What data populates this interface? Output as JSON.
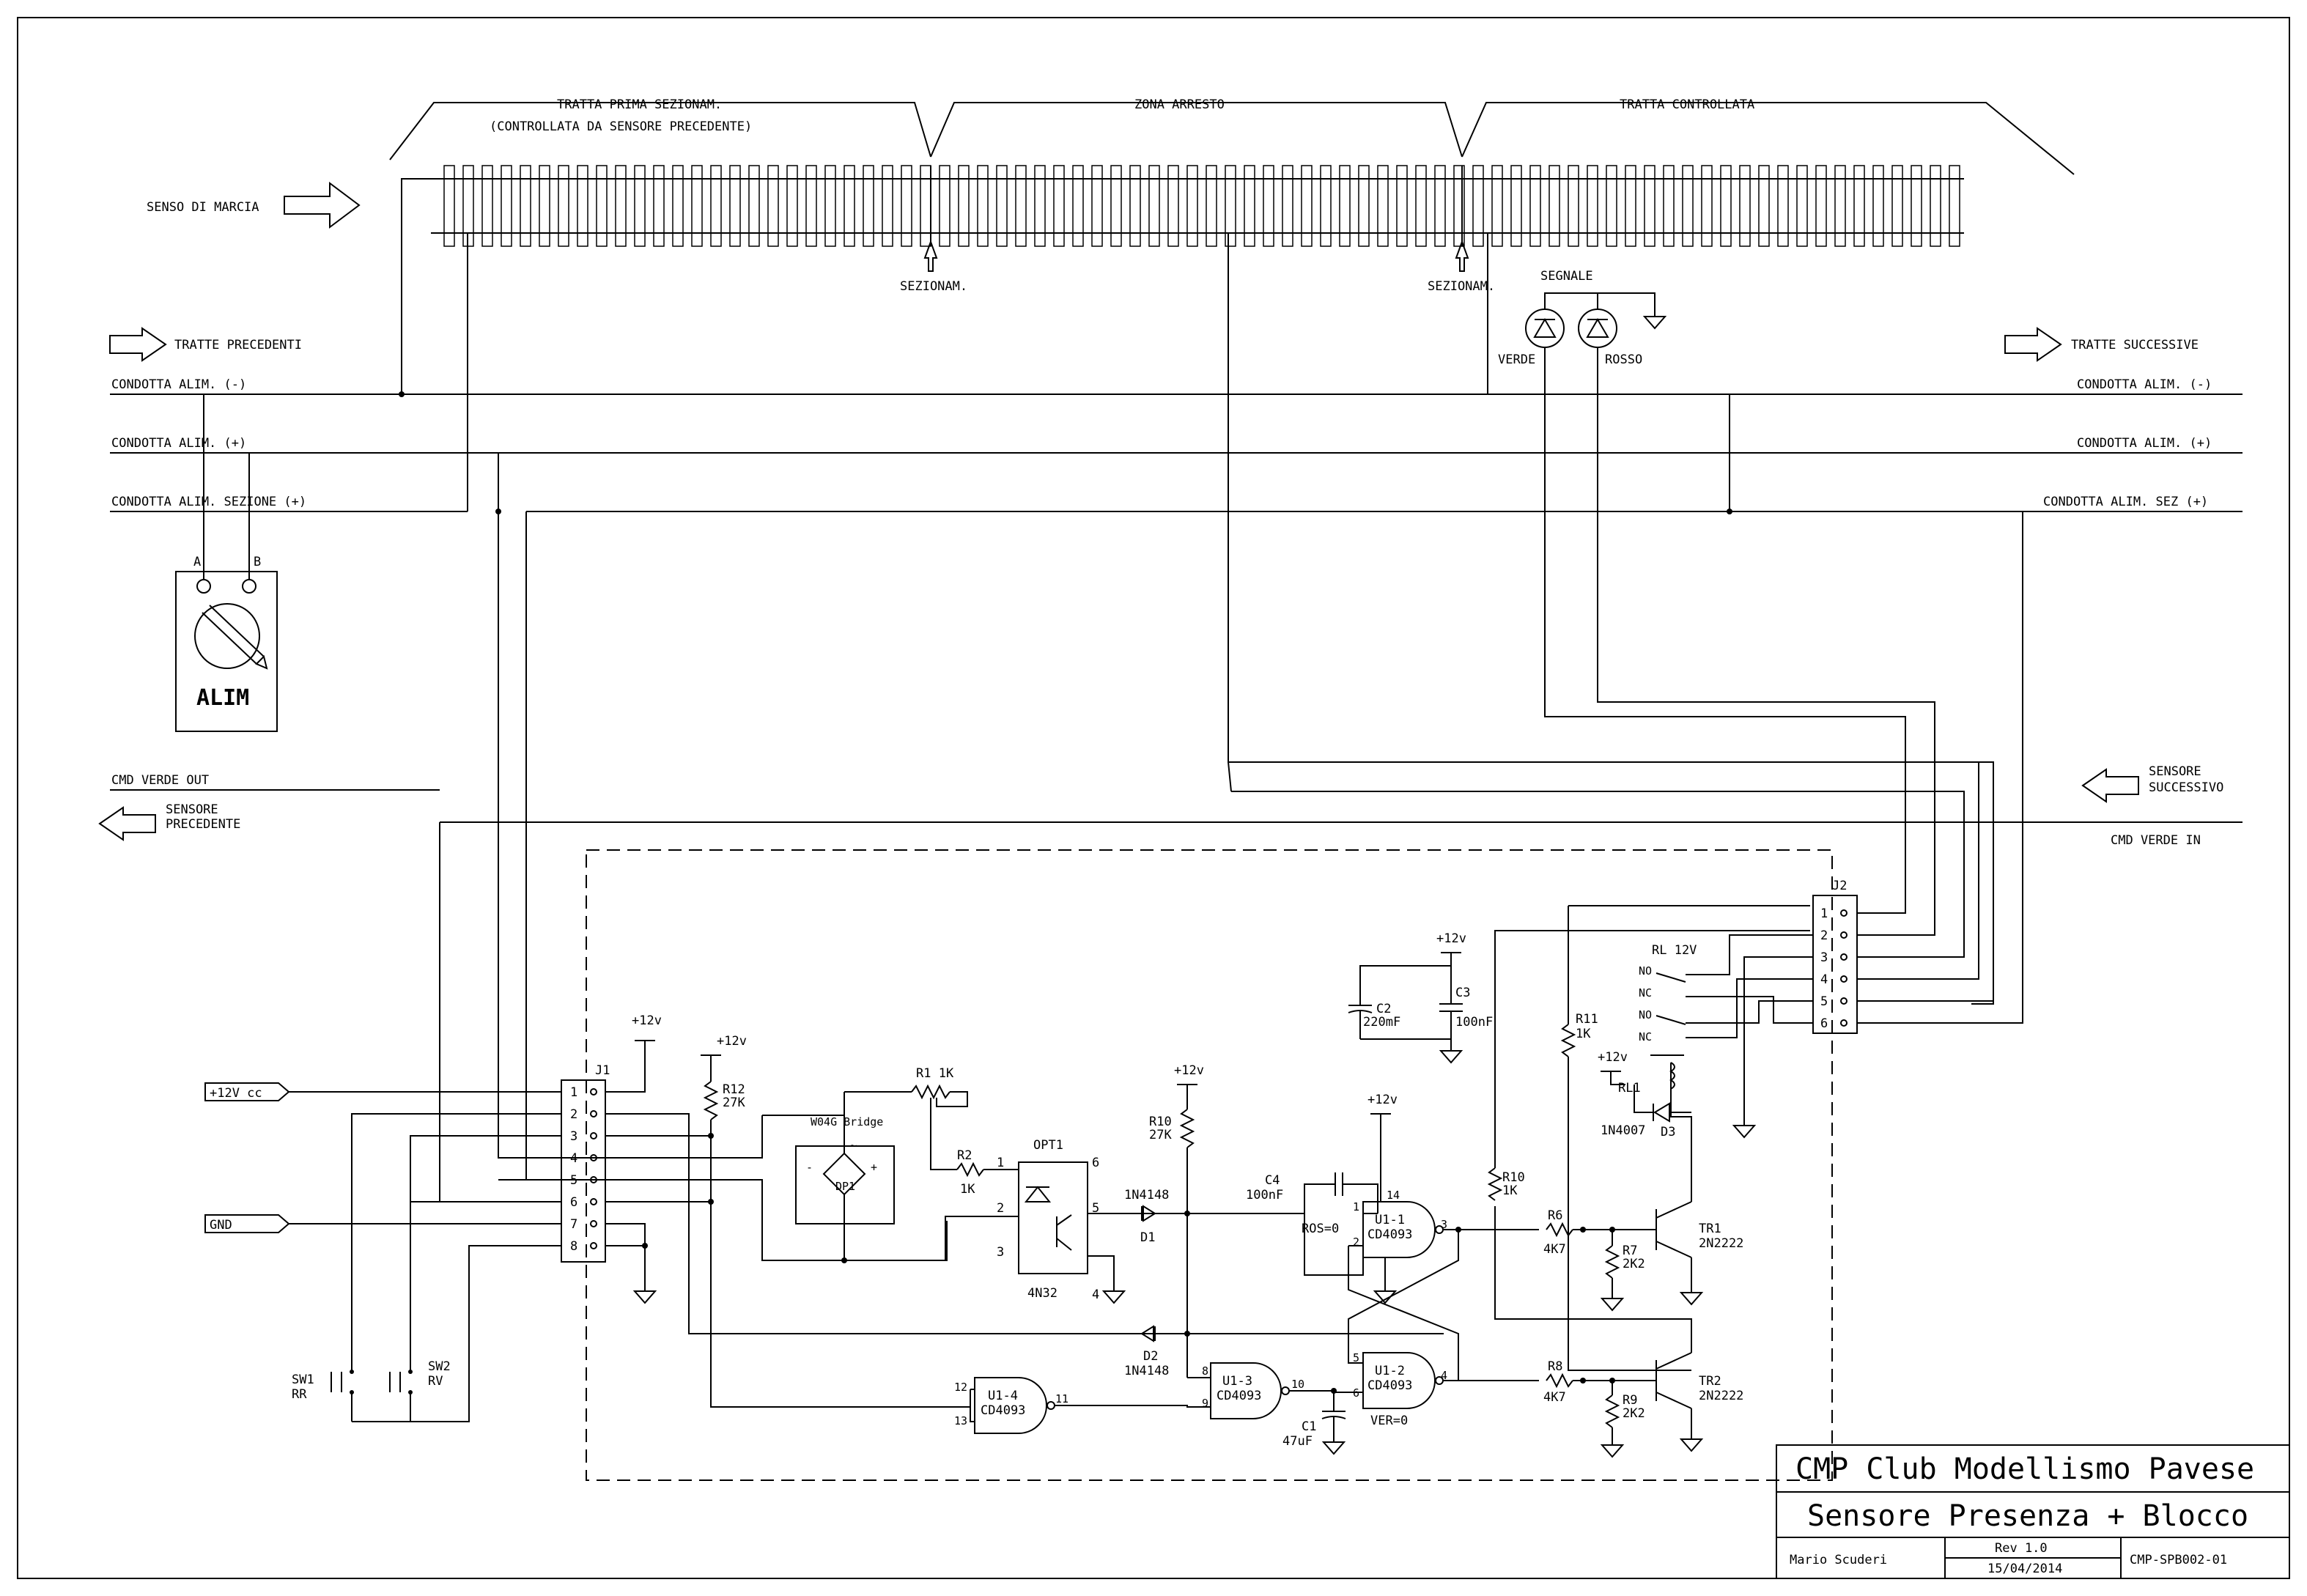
{
  "track": {
    "section1": "TRATTA PRIMA SEZIONAM.",
    "section1_note": "(CONTROLLATA DA SENSORE PRECEDENTE)",
    "section2": "ZONA ARRESTO",
    "section3": "TRATTA CONTROLLATA",
    "gap_label": "SEZIONAM.",
    "direction": "SENSO DI MARCIA",
    "signal": "SEGNALE",
    "led_green": "VERDE",
    "led_red": "ROSSO"
  },
  "bus": {
    "prev_sections": "TRATTE PRECEDENTI",
    "next_sections": "TRATTE SUCCESSIVE",
    "neg": "CONDOTTA ALIM. (-)",
    "pos": "CONDOTTA ALIM. (+)",
    "sec_pos_left": "CONDOTTA ALIM. SEZIONE (+)",
    "sec_pos_right": "CONDOTTA ALIM. SEZ (+)",
    "cmd_out": "CMD VERDE OUT",
    "cmd_in": "CMD VERDE IN",
    "sensor_prev_1": "SENSORE",
    "sensor_prev_2": "PRECEDENTE",
    "sensor_next_1": "SENSORE",
    "sensor_next_2": "SUCCESSIVO"
  },
  "psu": {
    "label": "ALIM",
    "term_a": "A",
    "term_b": "B"
  },
  "parts": {
    "plus12": "+12v",
    "in12": "+12V cc",
    "gnd": "GND",
    "j1": "J1",
    "j2": "J2",
    "r1": "R1 1K",
    "r2": "R2",
    "r2v": "1K",
    "r12": "R12",
    "r12v": "27K",
    "bridge": "W04G Bridge",
    "dp1": "DP1",
    "opt1": "OPT1",
    "opt1v": "4N32",
    "d1": "D1",
    "d1v": "1N4148",
    "d2": "D2",
    "d2v": "1N4148",
    "r10a": "R10",
    "r10av": "27K",
    "c4": "C4",
    "c4v": "100nF",
    "ros": "ROS=0",
    "ver": "VER=0",
    "u11": "U1-1",
    "u12": "U1-2",
    "u13": "U1-3",
    "u14": "U1-4",
    "cd": "CD4093",
    "c1": "C1",
    "c1v": "47uF",
    "c2": "C2",
    "c2v": "220mF",
    "c3": "C3",
    "c3v": "100nF",
    "r6": "R6",
    "r6v": "4K7",
    "r7": "R7",
    "r7v": "2K2",
    "r8": "R8",
    "r8v": "4K7",
    "r9": "R9",
    "r9v": "2K2",
    "r10b": "R10",
    "r10bv": "1K",
    "r11": "R11",
    "r11v": "1K",
    "tr1": "TR1",
    "tr1v": "2N2222",
    "tr2": "TR2",
    "tr2v": "2N2222",
    "rl": "RL 12V",
    "rl1": "RL1",
    "d3": "D3",
    "d3v": "1N4007",
    "sw1": "SW1",
    "sw1v": "RR",
    "sw2": "SW2",
    "sw2v": "RV",
    "no": "NO",
    "nc": "NC",
    "pin1": "1",
    "pin2": "2",
    "pin3": "3",
    "pin4": "4",
    "pin5": "5",
    "pin6": "6",
    "pin7": "7",
    "pin8": "8",
    "pin9": "9",
    "pin10": "10",
    "pin11": "11",
    "pin12": "12",
    "pin13": "13",
    "pin14": "14",
    "bm": "~",
    "bp": "+",
    "bn": "-"
  },
  "title_block": {
    "org": "CMP Club Modellismo Pavese",
    "title": "Sensore Presenza + Blocco",
    "author": "Mario Scuderi",
    "rev": "Rev 1.0",
    "date": "15/04/2014",
    "code": "CMP-SPB002-01"
  }
}
